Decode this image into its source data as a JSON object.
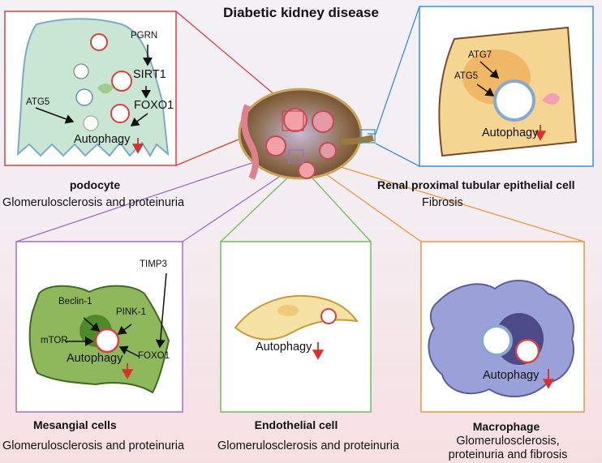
{
  "title": "Diabetic kidney disease",
  "podocyte": {
    "name": "podocyte",
    "outcome": "Glomerulosclerosis and proteinuria",
    "labels": {
      "pgrn": "PGRN",
      "sirt1": "SIRT1",
      "foxo1": "FOXO1",
      "atg5": "ATG5",
      "autophagy": "Autophagy"
    },
    "border_color": "#d94040"
  },
  "tubular": {
    "name": "Renal proximal tubular epithelial cell",
    "outcome": "Fibrosis",
    "labels": {
      "atg7": "ATG7",
      "atg5": "ATG5",
      "autophagy": "Autophagy"
    },
    "border_color": "#3f8ed4"
  },
  "mesangial": {
    "name": "Mesangial cells",
    "outcome": "Glomerulosclerosis and proteinuria",
    "labels": {
      "timp3": "TIMP3",
      "beclin1": "Beclin-1",
      "pink1": "PINK-1",
      "mtor": "mTOR",
      "foxo1": "FOXO1",
      "autophagy": "Autophagy"
    },
    "border_color": "#9b6fc8"
  },
  "endothelial": {
    "name": "Endothelial cell",
    "outcome": "Glomerulosclerosis and proteinuria",
    "labels": {
      "autophagy": "Autophagy"
    },
    "border_color": "#6cbf5e"
  },
  "macrophage": {
    "name": "Macrophage",
    "outcome_line1": "Glomerulosclerosis,",
    "outcome_line2": "proteinuria and fibrosis",
    "labels": {
      "autophagy": "Autophagy"
    },
    "border_color": "#ee9540"
  },
  "colors": {
    "down_arrow": "#d9302e",
    "podocyte_fill": "#c9e5d3",
    "tubular_fill": "#f5d592",
    "mesangial_fill": "#8fb75c",
    "endothelial_fill": "#f6e2a4",
    "macrophage_fill": "#9aa0d8"
  }
}
